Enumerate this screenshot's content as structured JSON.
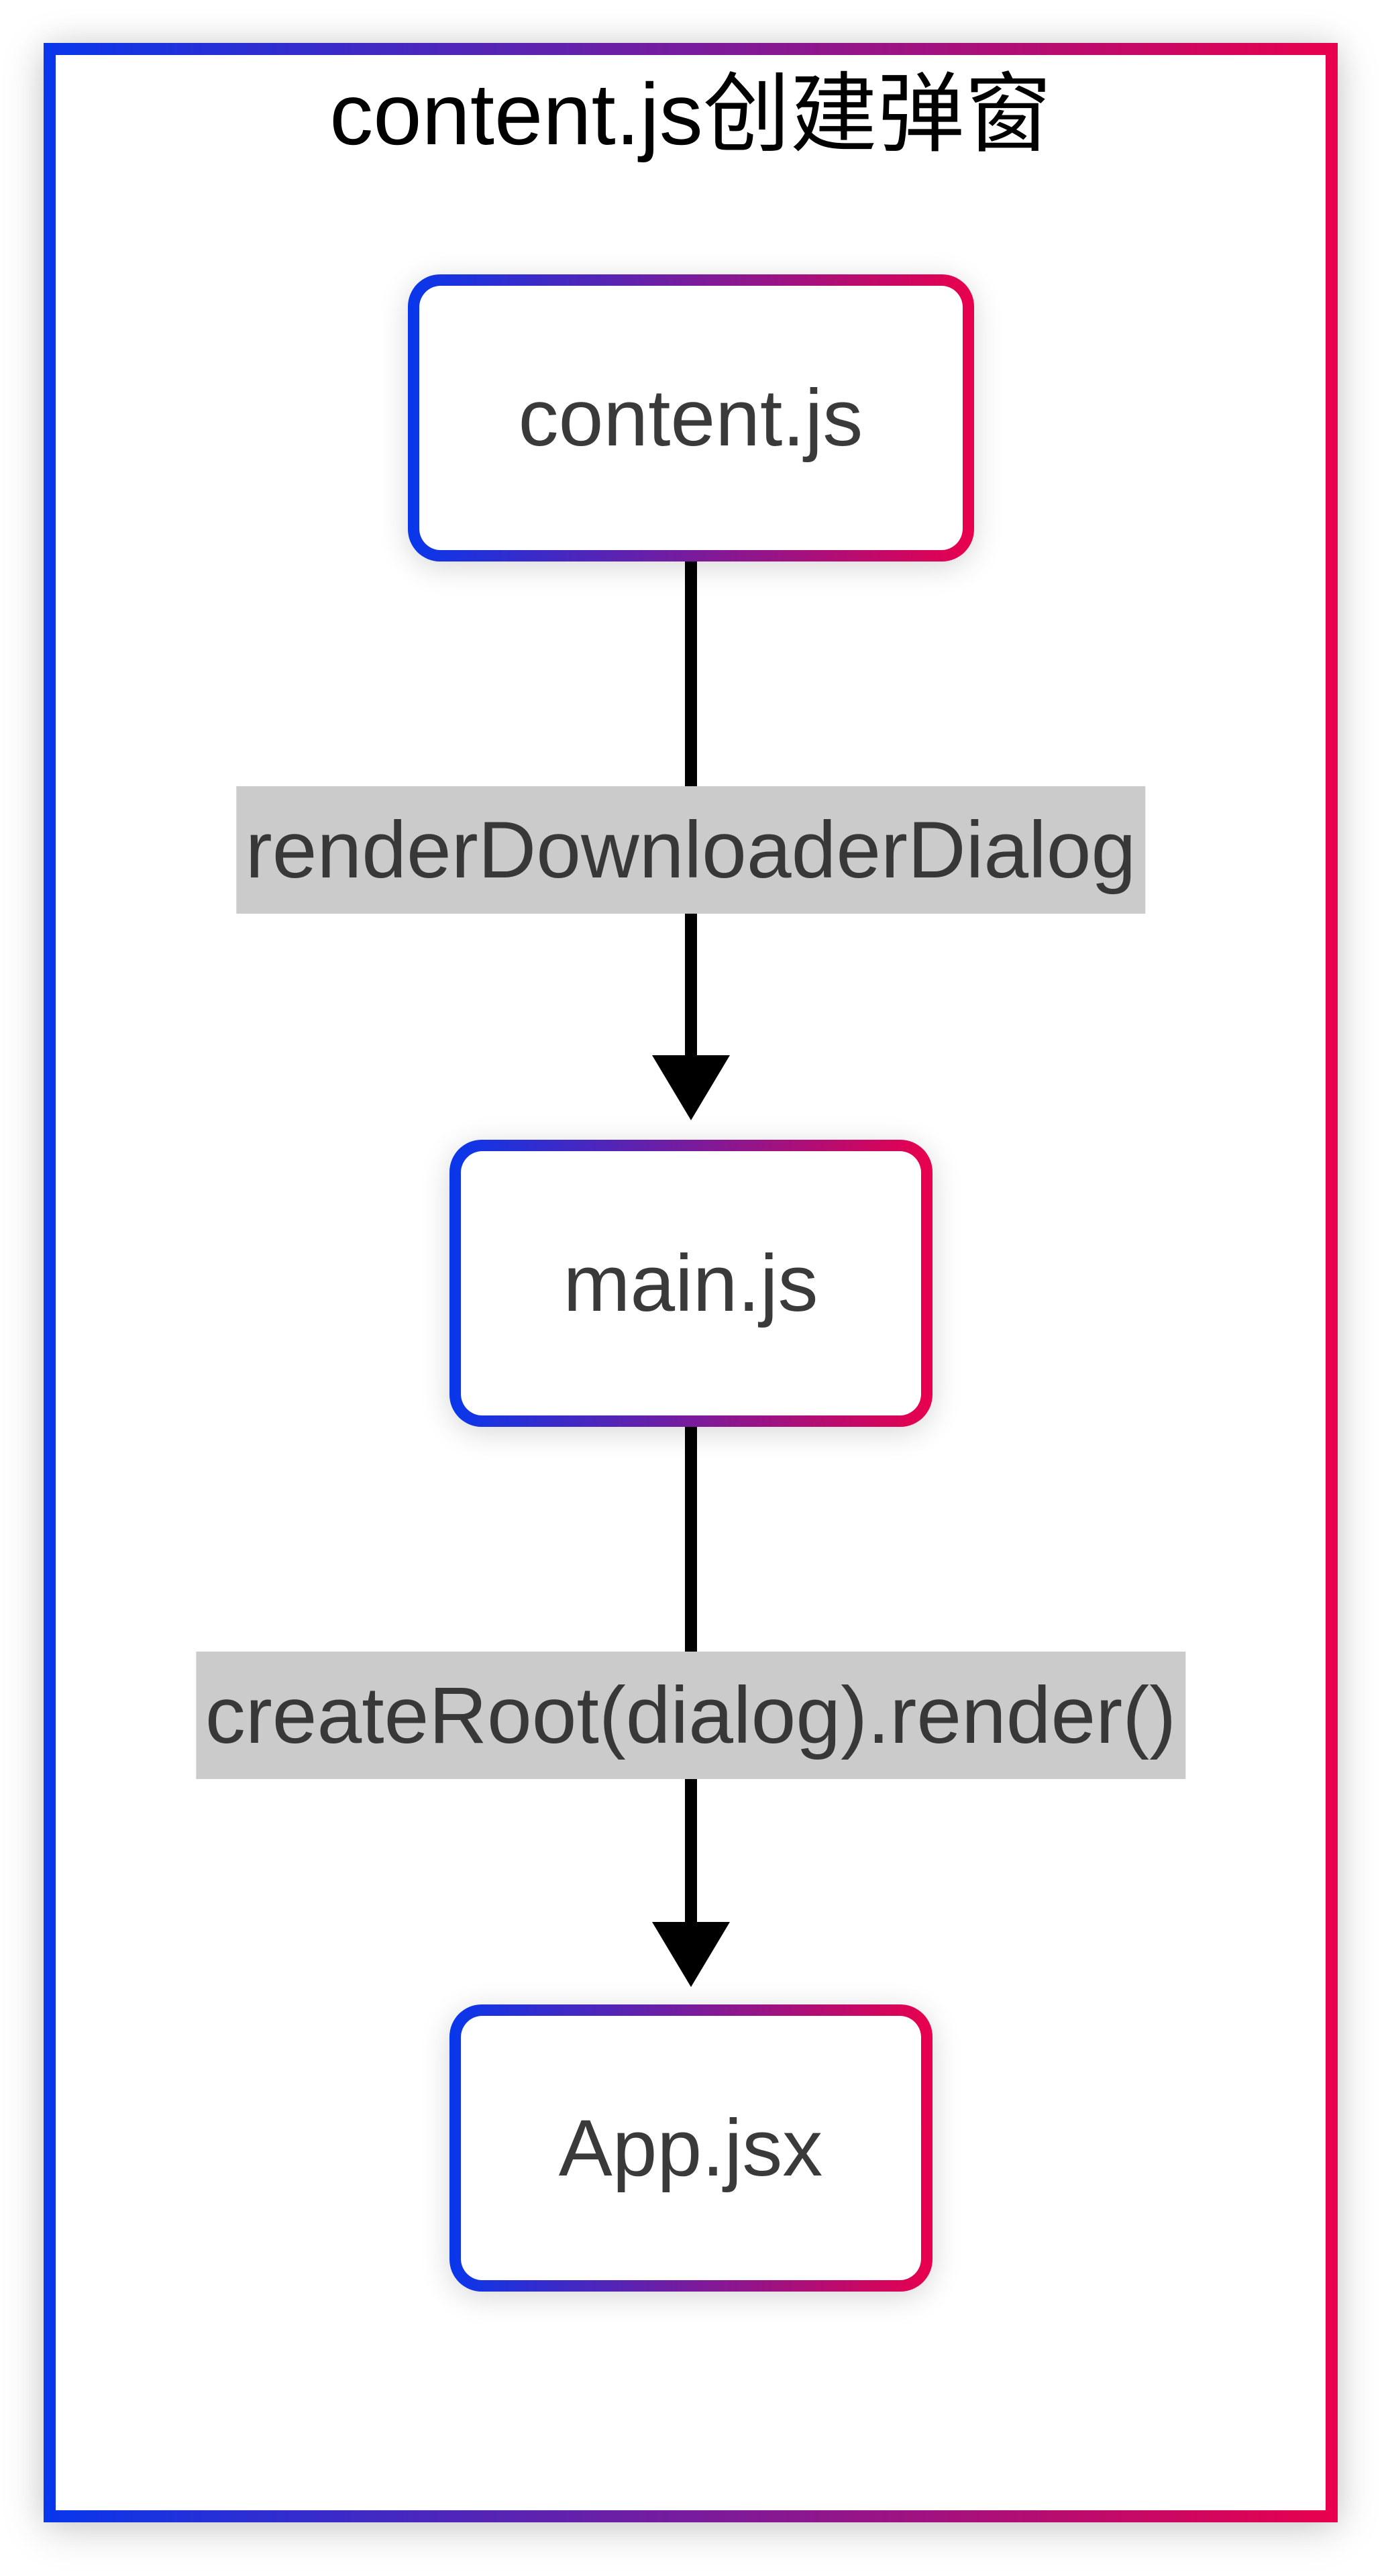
{
  "diagram": {
    "title": "content.js创建弹窗",
    "nodes": [
      {
        "id": "content-js",
        "label": "content.js"
      },
      {
        "id": "main-js",
        "label": "main.js"
      },
      {
        "id": "app-jsx",
        "label": "App.jsx"
      }
    ],
    "edges": [
      {
        "from": "content-js",
        "to": "main-js",
        "label": "renderDownloaderDialog"
      },
      {
        "from": "main-js",
        "to": "app-jsx",
        "label": "createRoot(dialog).render()"
      }
    ],
    "colors": {
      "gradient_start": "#0837EC",
      "gradient_end": "#E9004D",
      "label_bg": "#CBCBCB",
      "label_text": "#383838",
      "node_text": "#3A3A3A",
      "arrow": "#000000",
      "title_text": "#000000"
    }
  }
}
